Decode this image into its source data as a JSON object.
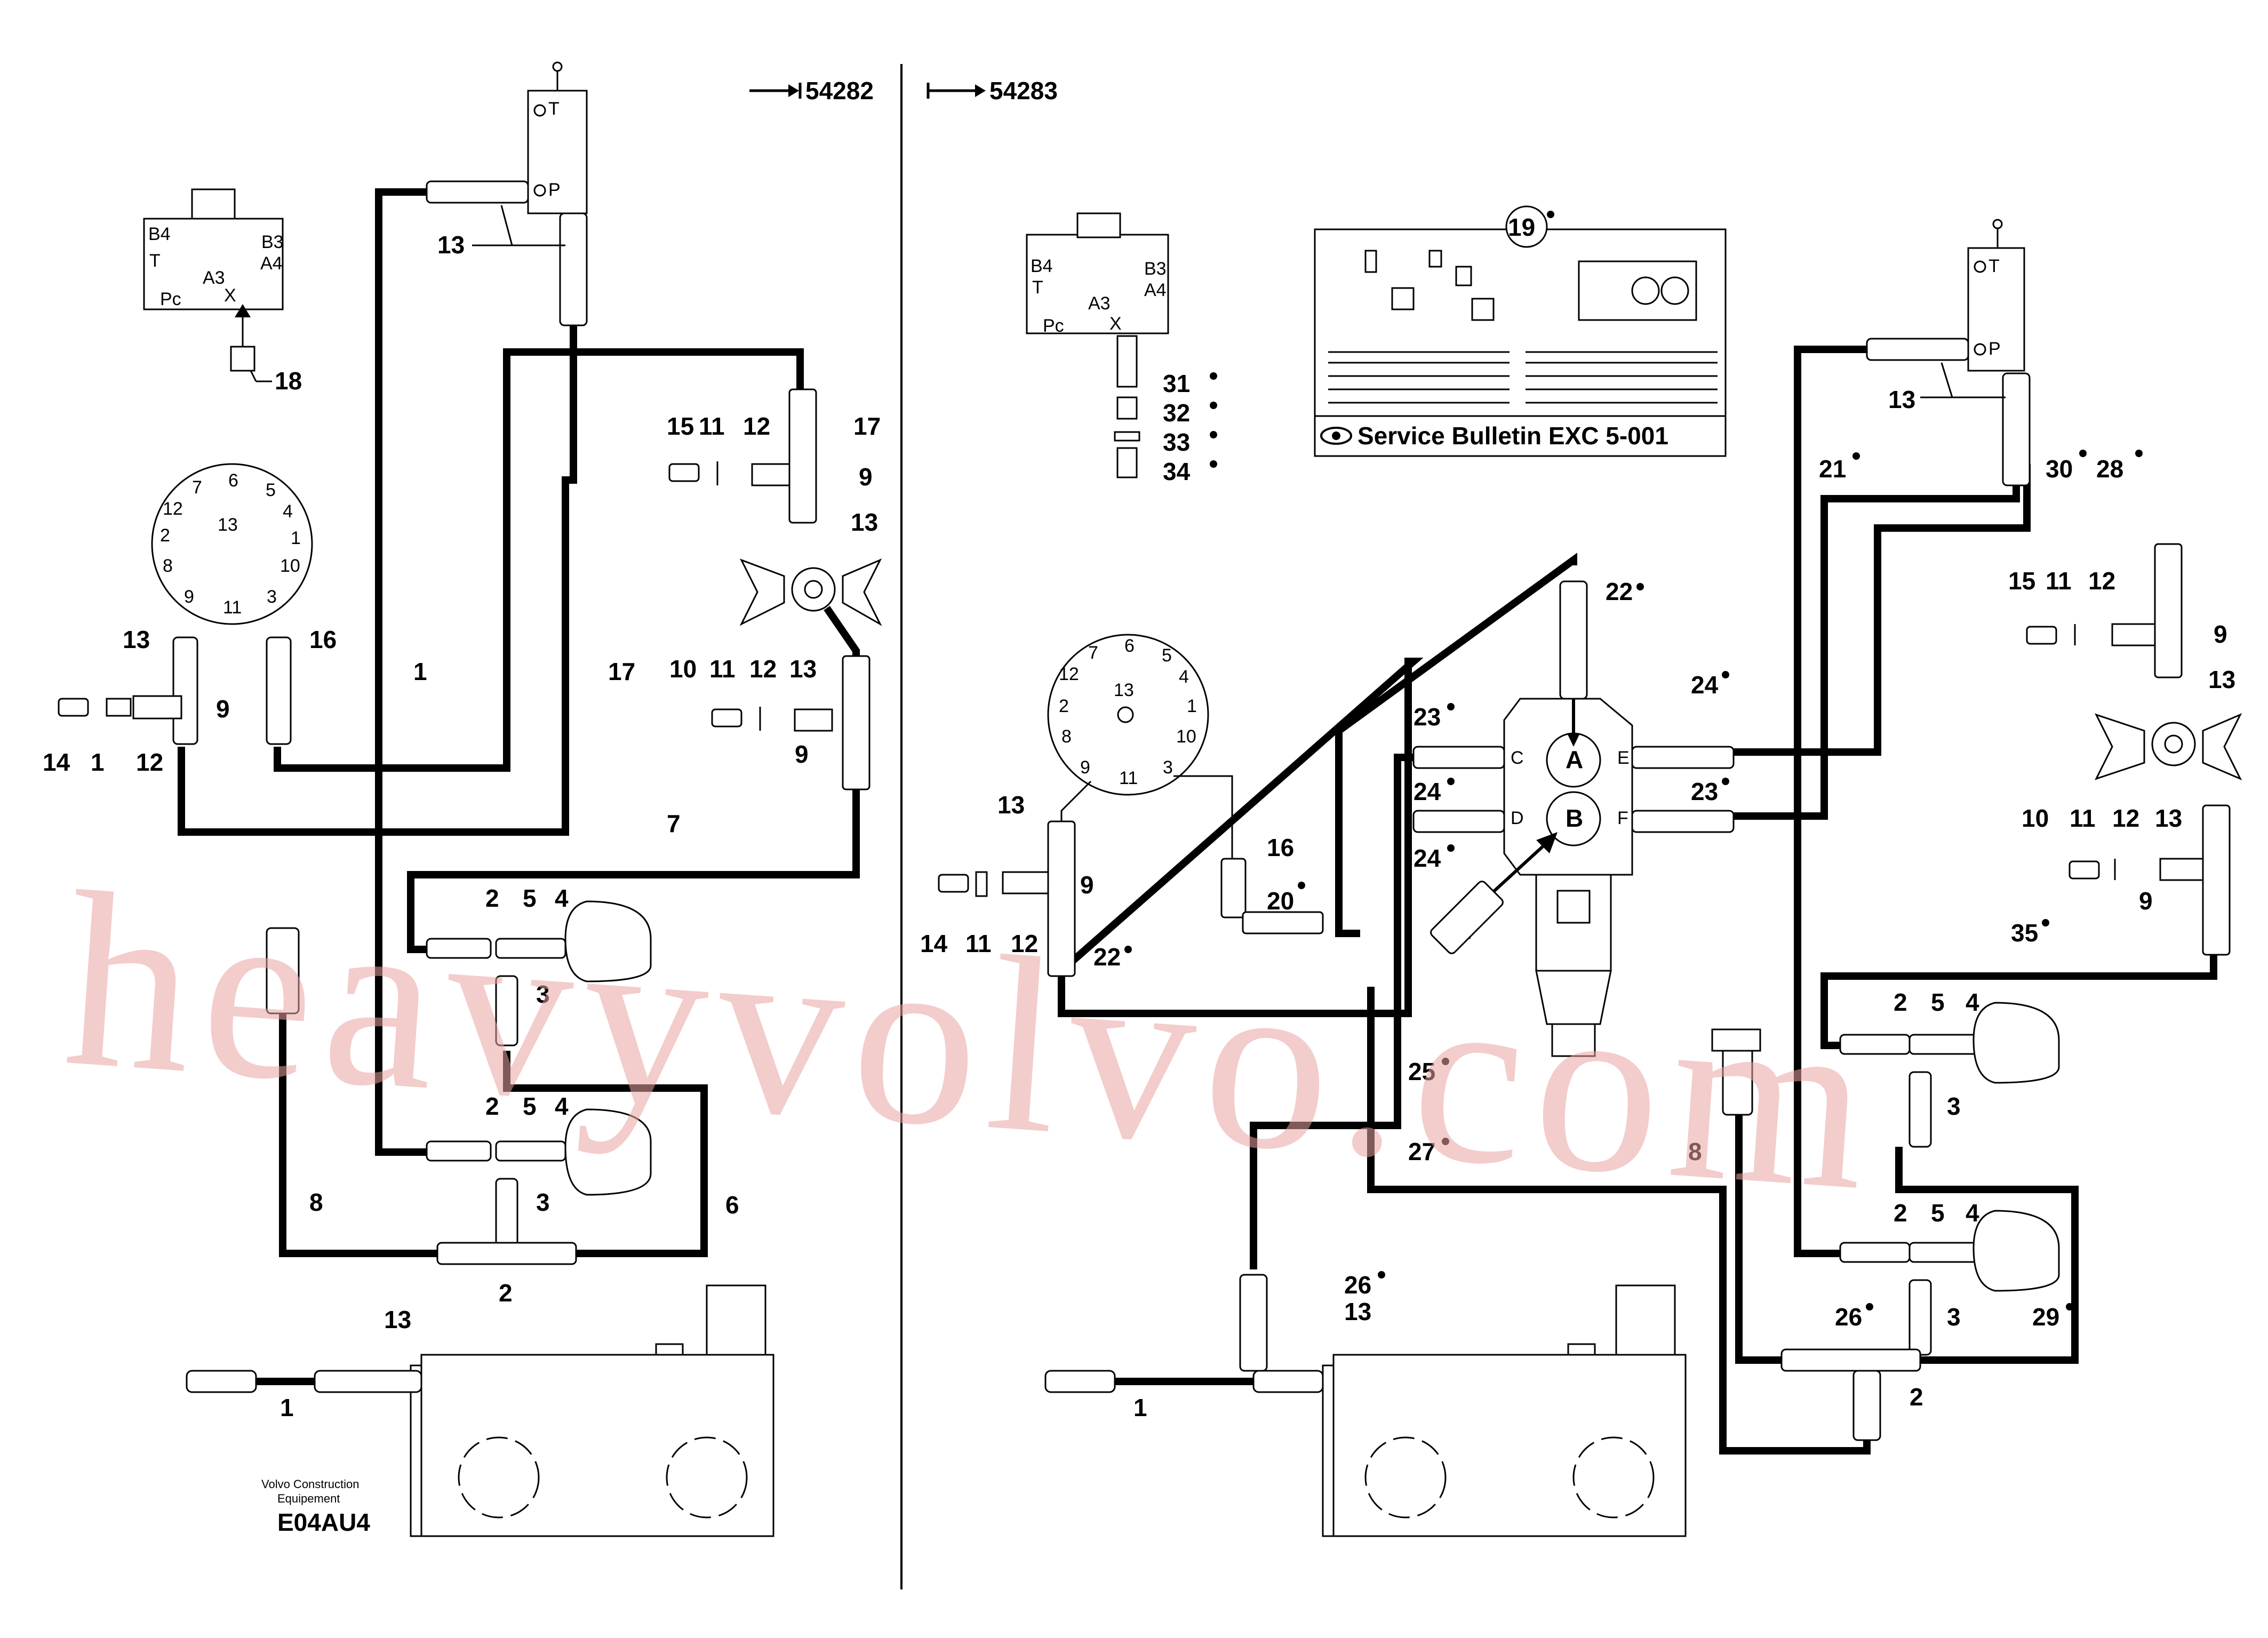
{
  "refs": {
    "left": "54282",
    "right": "54283"
  },
  "bulletin": {
    "callout": "19",
    "label": "Service Bulletin EXC 5-001"
  },
  "left_labels": {
    "n1": "1",
    "n1b": "1",
    "n2": "2",
    "n2b": "2",
    "n2c": "2",
    "n3": "3",
    "n3b": "3",
    "n4": "4",
    "n4b": "4",
    "n5": "5",
    "n5b": "5",
    "n6": "6",
    "n7": "7",
    "n8": "8",
    "n9": "9",
    "n9b": "9",
    "n9c": "9",
    "n10": "10",
    "n11": "11",
    "n11b": "11",
    "n11c": "1",
    "n12": "12",
    "n12b": "12",
    "n12c": "12",
    "n13": "13",
    "n13b": "13",
    "n13c": "13",
    "n13d": "13",
    "n13e": "13",
    "n14": "14",
    "n15": "15",
    "n16": "16",
    "n17": "17",
    "n17b": "17",
    "n18": "18"
  },
  "right_labels": {
    "n1": "1",
    "n2": "2",
    "n2b": "2",
    "n2c": "2",
    "n3": "3",
    "n3b": "3",
    "n4": "4",
    "n4b": "4",
    "n5": "5",
    "n5b": "5",
    "n8": "8",
    "n9": "9",
    "n9b": "9",
    "n9c": "9",
    "n10": "10",
    "n11": "11",
    "n11b": "11",
    "n11c": "11",
    "n12": "12",
    "n12b": "12",
    "n12c": "12",
    "n13": "13",
    "n13b": "13",
    "n13c": "13",
    "n13d": "13",
    "n13e": "13",
    "n14": "14",
    "n15": "15",
    "n16": "16",
    "n20": "20",
    "n21": "21",
    "n22": "22",
    "n22b": "22",
    "n23": "23",
    "n23b": "23",
    "n24": "24",
    "n24b": "24",
    "n24c": "24",
    "n25": "25",
    "n26": "26",
    "n26b": "26",
    "n27": "27",
    "n28": "28",
    "n29": "29",
    "n30": "30",
    "n31": "31",
    "n32": "32",
    "n33": "33",
    "n34": "34",
    "n35": "35"
  },
  "gauge_left": [
    "7",
    "6",
    "5",
    "12",
    "4",
    "13",
    "2",
    "1",
    "8",
    "10",
    "9",
    "11",
    "3"
  ],
  "gauge_right": [
    "7",
    "6",
    "5",
    "12",
    "4",
    "13",
    "2",
    "1",
    "8",
    "10",
    "9",
    "11",
    "3"
  ],
  "valve_block": {
    "b4": "B4",
    "b3": "B3",
    "t": "T",
    "a4": "A4",
    "a3": "A3",
    "pc": "Pc",
    "x": "X"
  },
  "valve_block_r": {
    "b4": "B4",
    "b3": "B3",
    "t": "T",
    "a4": "A4",
    "a3": "A3",
    "pc": "Pc",
    "x": "X"
  },
  "tank_block": {
    "t": "T",
    "p": "P"
  },
  "tank_block_r": {
    "t": "T",
    "p": "P"
  },
  "control_valve": {
    "a": "A",
    "b": "B",
    "c": "C",
    "d": "D",
    "e": "E",
    "f": "F"
  },
  "footer": {
    "company_line1": "Volvo Construction",
    "company_line2": "Equipement",
    "code": "E04AU4"
  },
  "watermark": "heavyvolvo.com"
}
